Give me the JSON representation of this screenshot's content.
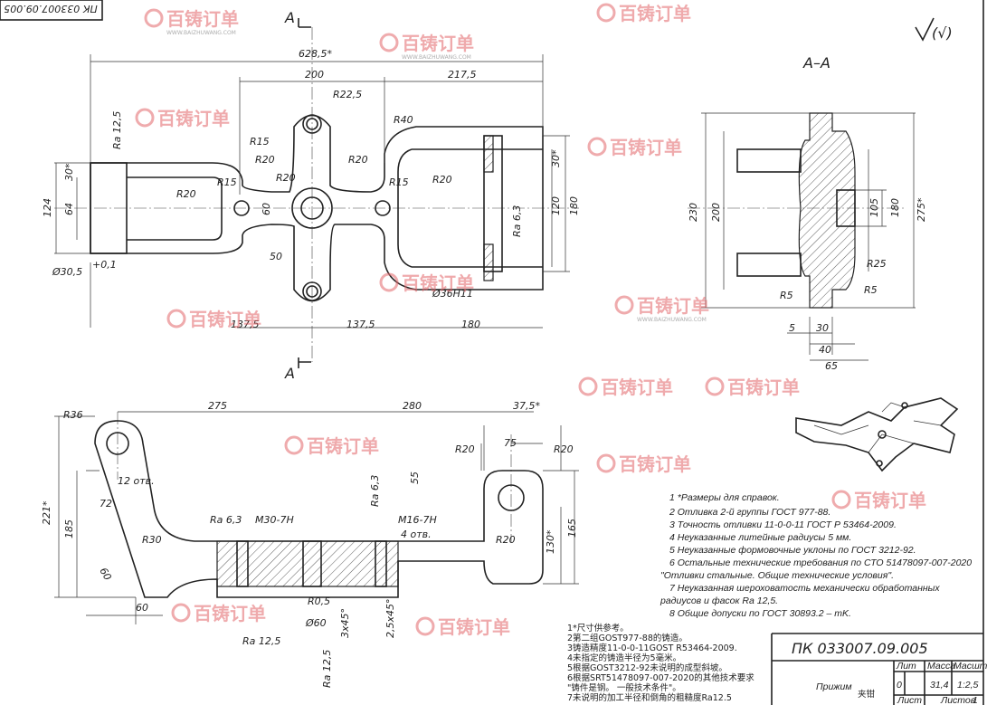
{
  "stamp": "ПК 033007.09.005",
  "roughness_mark": "(√)",
  "section_label": "А",
  "section_title": "А–А",
  "plan_dims": [
    "628,5*",
    "200",
    "217,5",
    "R22,5",
    "R40",
    "R15",
    "R20",
    "R20",
    "R20",
    "R15",
    "R15",
    "R20",
    "R20",
    "Ra 12,5",
    "30*",
    "124",
    "64",
    "60",
    "120",
    "180",
    "30*",
    "Ra 6,3",
    "50",
    "Ø30,5",
    "+0,1",
    "Ø36H11",
    "137,5",
    "137,5",
    "180"
  ],
  "section_dims": [
    "230",
    "200",
    "105",
    "180",
    "275*",
    "R25",
    "R5",
    "R5",
    "5",
    "30",
    "40",
    "65"
  ],
  "side_dims": [
    "275",
    "280",
    "37,5*",
    "R36",
    "12 отв.",
    "72",
    "221*",
    "185",
    "R30",
    "60",
    "60",
    "Ra 6,3",
    "M30-7H",
    "Ra 6,3",
    "M16-7H",
    "4 отв.",
    "55",
    "R20",
    "75",
    "R20",
    "R20",
    "130*",
    "165",
    "R0,5",
    "3x45°",
    "2,5x45°",
    "Ø60",
    "Ra 12,5",
    "Ra 12,5"
  ],
  "notes_ru": [
    "1 *Размеры для справок.",
    "2 Отливка 2-й группы ГОСТ 977-88.",
    "3 Точность отливки 11-0-0-11 ГОСТ Р 53464-2009.",
    "4 Неуказанные литейные радиусы 5 мм.",
    "5 Неуказанные формовочные уклоны по ГОСТ 3212-92.",
    "6 Остальные технические требования по СТО 51478097-007-2020",
    "\"Отливки стальные. Общие технические условия\".",
    "7 Неуказанная шероховатость механически обработанных",
    "радиусов и фасок Ra 12,5.",
    "8 Общие допуски по ГОСТ 30893.2 – mK."
  ],
  "notes_cn": [
    "1*尺寸供参考。",
    "2第二组GOST977-88的铸造。",
    "3铸造精度11-0-0-11GOST R53464-2009.",
    "4未指定的铸造半径为5毫米。",
    "5根据GOST3212-92未说明的成型斜坡。",
    "6根据SRT51478097-007-2020的其他技术要求",
    "\"铸件是钢。 一般技术条件\"。",
    "7未说明的加工半径和倒角的粗糙度Ra12.5"
  ],
  "title_block": {
    "designation": "ПК 033007.09.005",
    "name_ru": "Прижим",
    "name_cn": "夹钳",
    "lit_label": "Лит",
    "mass_label": "Масса",
    "scale_label": "Масштаб",
    "lit": "0",
    "mass": "31,4",
    "scale": "1:2,5",
    "sheet_label": "Лист",
    "sheets_label": "Листов",
    "sheets": "1"
  },
  "watermark": {
    "brand": "百铸订单",
    "url": "WWW.BAIZHUWANG.COM",
    "color": "#e2666a"
  }
}
